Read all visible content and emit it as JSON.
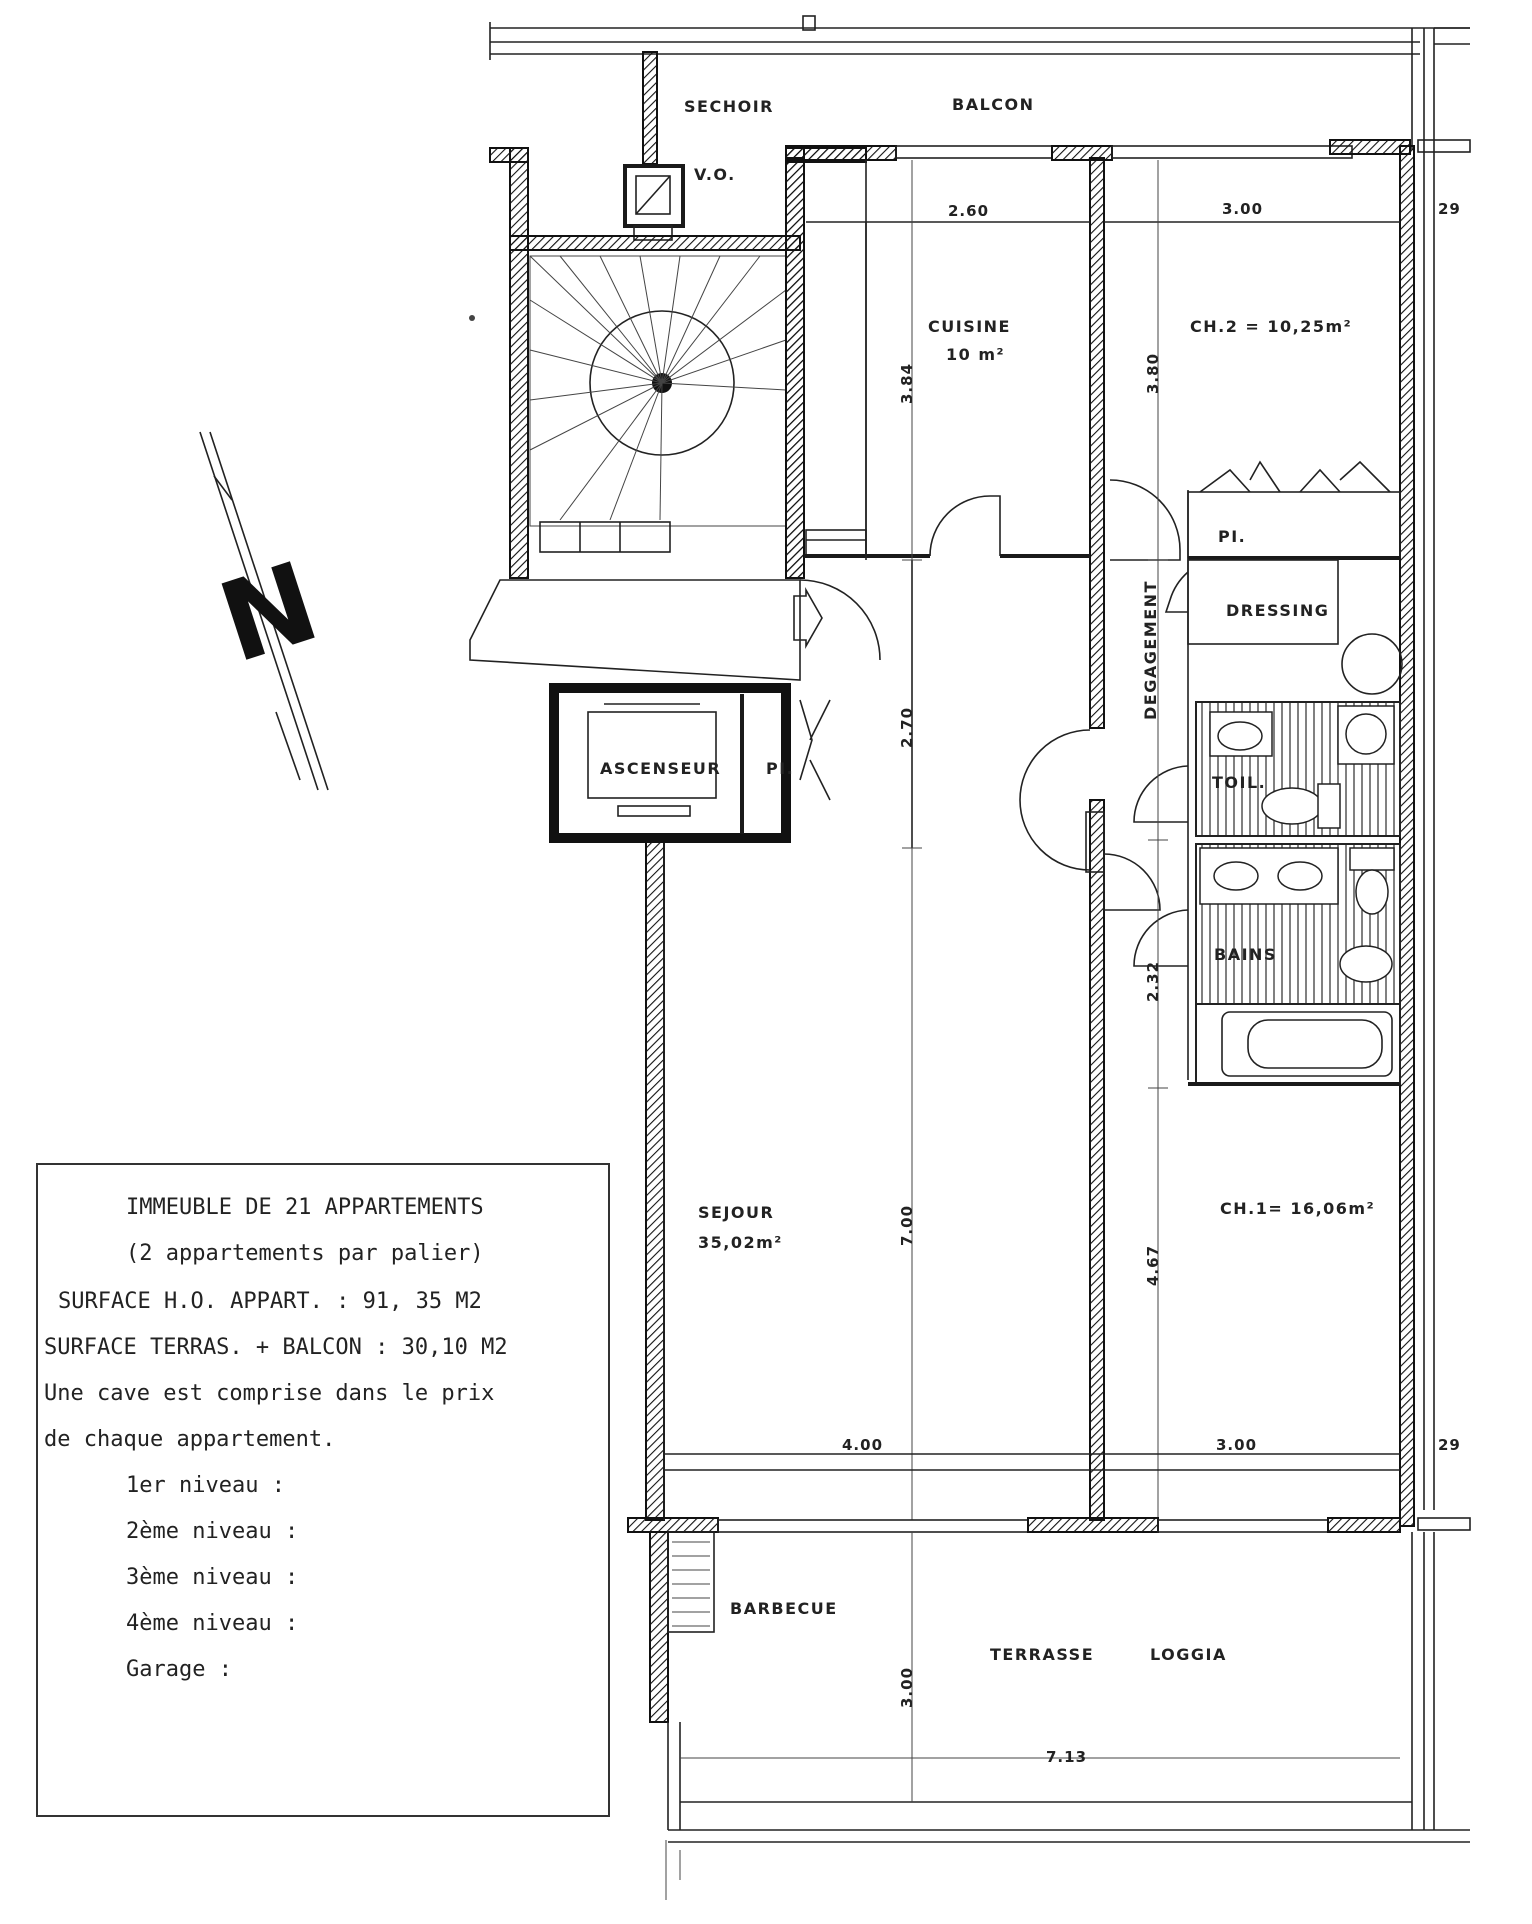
{
  "rooms": {
    "sechoir": "SECHOIR",
    "balcon": "BALCON",
    "vo": "V.O.",
    "cuisine": "CUISINE",
    "cuisine_area": "10 m²",
    "ch2": "CH.2 = 10,25m²",
    "placard_pi_top": "PI.",
    "dressing": "DRESSING",
    "degagement": "DEGAGEMENT",
    "ascenseur": "ASCENSEUR",
    "placard_pi_left": "PI.",
    "toil": "TOIL.",
    "bains": "BAINS",
    "sejour": "SEJOUR",
    "sejour_area": "35,02m²",
    "ch1": "CH.1= 16,06m²",
    "barbecue": "BARBECUE",
    "terrasse": "TERRASSE",
    "loggia": "LOGGIA"
  },
  "dimensions": {
    "d260": "2.60",
    "d300_top": "3.00",
    "d29_top": "29",
    "d384": "3.84",
    "d380": "3.80",
    "d270": "2.70",
    "d232": "2.32",
    "d700": "7.00",
    "d467": "4.67",
    "d400": "4.00",
    "d300_mid": "3.00",
    "d29_mid": "29",
    "d300_terr": "3.00",
    "d713": "7.13"
  },
  "compass": {
    "letter": "N"
  },
  "info": {
    "line1": "IMMEUBLE DE 21 APPARTEMENTS",
    "line2": "(2 appartements par palier)",
    "line3": "SURFACE H.O. APPART.   : 91, 35 M2",
    "line4": "SURFACE TERRAS. + BALCON : 30,10 M2",
    "line5": "Une cave est comprise dans le prix",
    "line6": "de chaque appartement.",
    "line7": "1er niveau :",
    "line8": "2ème niveau :",
    "line9": "3ème niveau :",
    "line10": "4ème niveau :",
    "line11": "Garage :"
  }
}
